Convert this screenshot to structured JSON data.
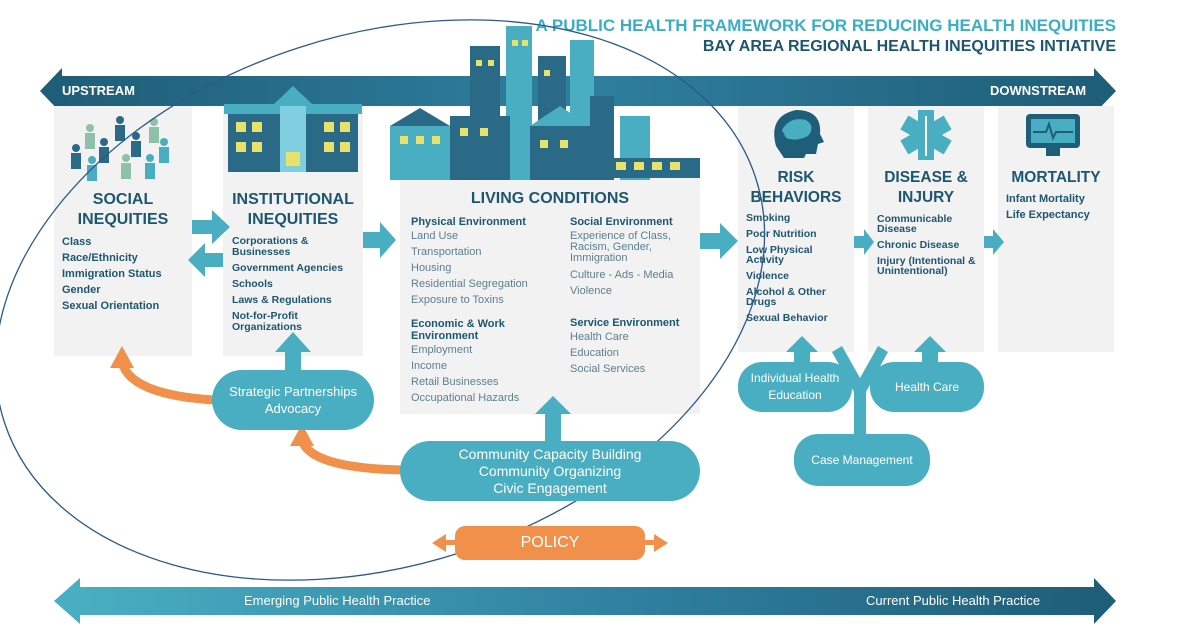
{
  "header": {
    "title": "A PUBLIC HEALTH FRAMEWORK FOR REDUCING HEALTH INEQUITIES",
    "subtitle": "BAY AREA REGIONAL HEALTH INEQUITIES INTIATIVE"
  },
  "top_band": {
    "left": "UPSTREAM",
    "right": "DOWNSTREAM"
  },
  "social": {
    "title": "SOCIAL INEQUITIES",
    "items": [
      "Class",
      "Race/Ethnicity",
      "Immigration Status",
      "Gender",
      "Sexual Orientation"
    ]
  },
  "institutional": {
    "title": "INSTITUTIONAL INEQUITIES",
    "items": [
      "Corporations & Businesses",
      "Government Agencies",
      "Schools",
      "Laws & Regulations",
      "Not-for-Profit Organizations"
    ]
  },
  "living": {
    "title": "LIVING CONDITIONS",
    "physical": {
      "heading": "Physical Environment",
      "items": [
        "Land Use",
        "Transportation",
        "Housing",
        "Residential Segregation",
        "Exposure to Toxins"
      ]
    },
    "economic": {
      "heading": "Economic & Work Environment",
      "items": [
        "Employment",
        "Income",
        "Retail Businesses",
        "Occupational Hazards"
      ]
    },
    "social_env": {
      "heading": "Social Environment",
      "items": [
        "Experience of Class, Racism, Gender, Immigration",
        "Culture - Ads - Media",
        "Violence"
      ]
    },
    "service": {
      "heading": "Service Environment",
      "items": [
        "Health Care",
        "Education",
        "Social Services"
      ]
    }
  },
  "risk": {
    "title": "RISK BEHAVIORS",
    "items": [
      "Smoking",
      "Poor Nutrition",
      "Low Physical Activity",
      "Violence",
      "Alcohol & Other Drugs",
      "Sexual Behavior"
    ]
  },
  "disease": {
    "title": "DISEASE & INJURY",
    "items": [
      "Communicable Disease",
      "Chronic Disease",
      "Injury (Intentional & Unintentional)"
    ]
  },
  "mortality": {
    "title": "MORTALITY",
    "items": [
      "Infant Mortality",
      "Life Expectancy"
    ]
  },
  "interventions": {
    "strategic": "Strategic Partnerships Advocacy",
    "community": [
      "Community Capacity Building",
      "Community Organizing",
      "Civic Engagement"
    ],
    "individual": "Individual Health Education",
    "health_care": "Health Care",
    "case_mgmt": "Case Management",
    "policy": "POLICY"
  },
  "bottom_band": {
    "left": "Emerging Public Health Practice",
    "right": "Current Public Health Practice"
  },
  "colors": {
    "dark": "#1d5670",
    "teal": "#49aec1",
    "orange": "#f0904a",
    "panel": "#f2f2f2"
  }
}
